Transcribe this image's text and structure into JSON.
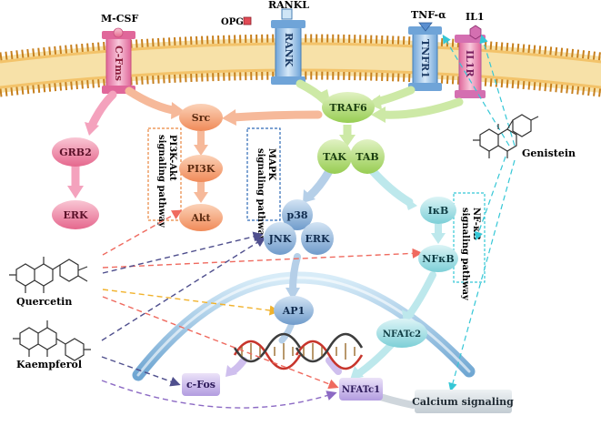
{
  "ligands": {
    "mcsf": "M-CSF",
    "rankl": "RANKL",
    "opg": "OPG",
    "tnfa": "TNF-α",
    "il1": "IL1"
  },
  "receptors": {
    "cfms": "C-Fms",
    "rank": "RANK",
    "tnfr1": "TNFR1",
    "il1r": "IL1R"
  },
  "nodes": {
    "traf6": "TRAF6",
    "tak": "TAK",
    "tab": "TAB",
    "src": "Src",
    "pi3k": "PI3K",
    "akt": "Akt",
    "grb2": "GRB2",
    "erk_left": "ERK",
    "p38": "p38",
    "jnk": "JNK",
    "erk_mapk": "ERK",
    "ikb": "IκB",
    "nfkb": "NFκB",
    "ap1": "AP1",
    "nfatc2": "NFATc2",
    "cfos": "c-Fos",
    "nfatc1": "NFATc1",
    "calcium": "Calcium signaling"
  },
  "pathways": {
    "pi3k_akt": [
      "PI3K-Akt",
      "signaling pathway"
    ],
    "mapk": [
      "MAPK",
      "signaling pathway"
    ],
    "nfkb": [
      "NF-κB",
      "signaling pathway"
    ]
  },
  "compounds": {
    "quercetin": "Quercetin",
    "kaempferol": "Kaempferol",
    "genistein": "Genistein"
  },
  "colors": {
    "membrane_dark": "#c7801e",
    "membrane_light": "#f3c36a",
    "orange_node": "#f4a47c",
    "pink_node": "#ee8aa8",
    "green_node": "#b3dc78",
    "blue_node": "#8fb4d8",
    "cyan_node": "#9ad9df",
    "purple_node": "#c7b4e8",
    "calcium_box": "#d4dbe0",
    "orange_dash": "#e9873f",
    "blue_dash": "#2e6ab6",
    "cyan_dash": "#35c7d6",
    "red_dash": "#ef6a5f",
    "yellow_dash": "#f1b22c",
    "indigo_dash": "#4f4f8d",
    "purple_dash": "#8c6ac4"
  }
}
